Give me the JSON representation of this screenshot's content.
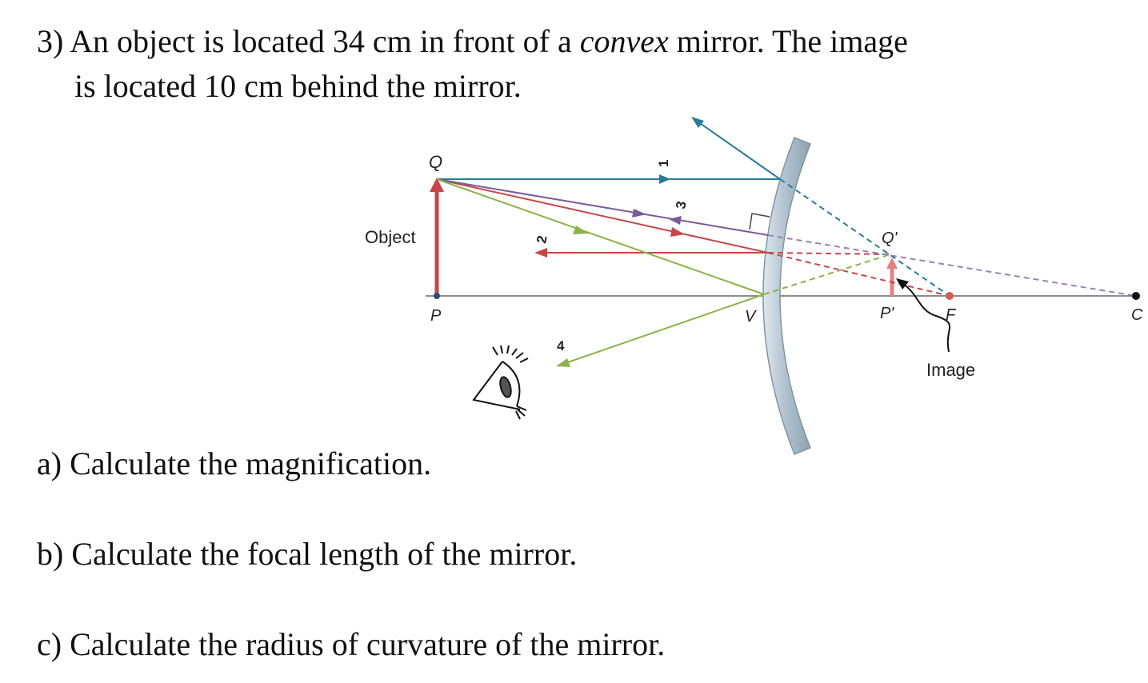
{
  "question": {
    "line1_pre": "3) An object is located 34 cm in front of a ",
    "line1_em": "convex",
    "line1_post": " mirror. The image",
    "line2": "is located 10 cm behind the mirror.",
    "part_a": "a) Calculate the magnification.",
    "part_b": "b) Calculate the focal length of the mirror.",
    "part_c": "c) Calculate the radius of curvature of the mirror."
  },
  "diagram": {
    "labels": {
      "object": "Object",
      "image": "Image",
      "Q": "Q",
      "P": "P",
      "Q_prime": "Q'",
      "P_prime": "P'",
      "V": "V",
      "F": "F",
      "C": "C"
    },
    "ray_numbers": [
      "1",
      "2",
      "3",
      "4"
    ],
    "colors": {
      "ray1": "#2a7a99",
      "ray2": "#c8464a",
      "ray3": "#7a5a9a",
      "ray4": "#8db24a",
      "object_arrow": "#c8464a",
      "axis": "#555555",
      "mirror": "#b8c8d4"
    }
  }
}
